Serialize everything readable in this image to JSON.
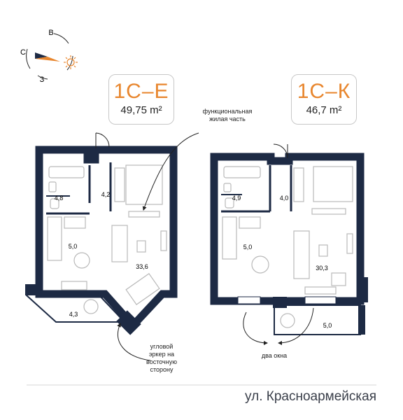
{
  "compass": {
    "north_label": "В",
    "west_label": "С",
    "south_label": "З"
  },
  "plans": [
    {
      "code": "1С–Е",
      "area": "49,75 m²",
      "rooms": {
        "bathroom": "4,8",
        "hall": "4,2",
        "kitchen": "5,0",
        "living": "33,6",
        "balcony": "4,3"
      }
    },
    {
      "code": "1С–К",
      "area": "46,7 m²",
      "rooms": {
        "bathroom": "4,9",
        "hall": "4,0",
        "kitchen": "5,0",
        "living": "30,3",
        "balcony": "5,0"
      }
    }
  ],
  "notes": {
    "functional_zone": "функциональная\nжилая часть",
    "corner_bay": "угловой\nэркер на\nвосточную\nсторону",
    "two_windows": "два окна"
  },
  "street": "ул. Красноармейская",
  "colors": {
    "wall": "#1d2a44",
    "accent": "#e8862e",
    "furniture": "#b9b9b9"
  }
}
